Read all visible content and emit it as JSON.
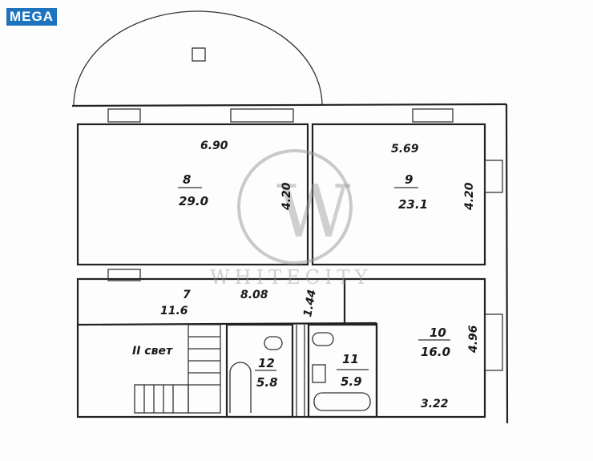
{
  "logo": "MEGA",
  "watermark": "WHITECITY",
  "rooms": [
    {
      "number": "8",
      "area": "29.0",
      "width": "6.90",
      "depth": "4.20"
    },
    {
      "number": "9",
      "area": "23.1",
      "width": "5.69",
      "depth": "4.20"
    },
    {
      "number": "7",
      "area": "11.6",
      "width": "8.08",
      "depth": "1.44"
    },
    {
      "number": "10",
      "area": "16.0",
      "width": "3.22",
      "depth": "4.96"
    },
    {
      "number": "11",
      "area": "5.9"
    },
    {
      "number": "12",
      "area": "5.8"
    }
  ],
  "stair_label": "II свет"
}
